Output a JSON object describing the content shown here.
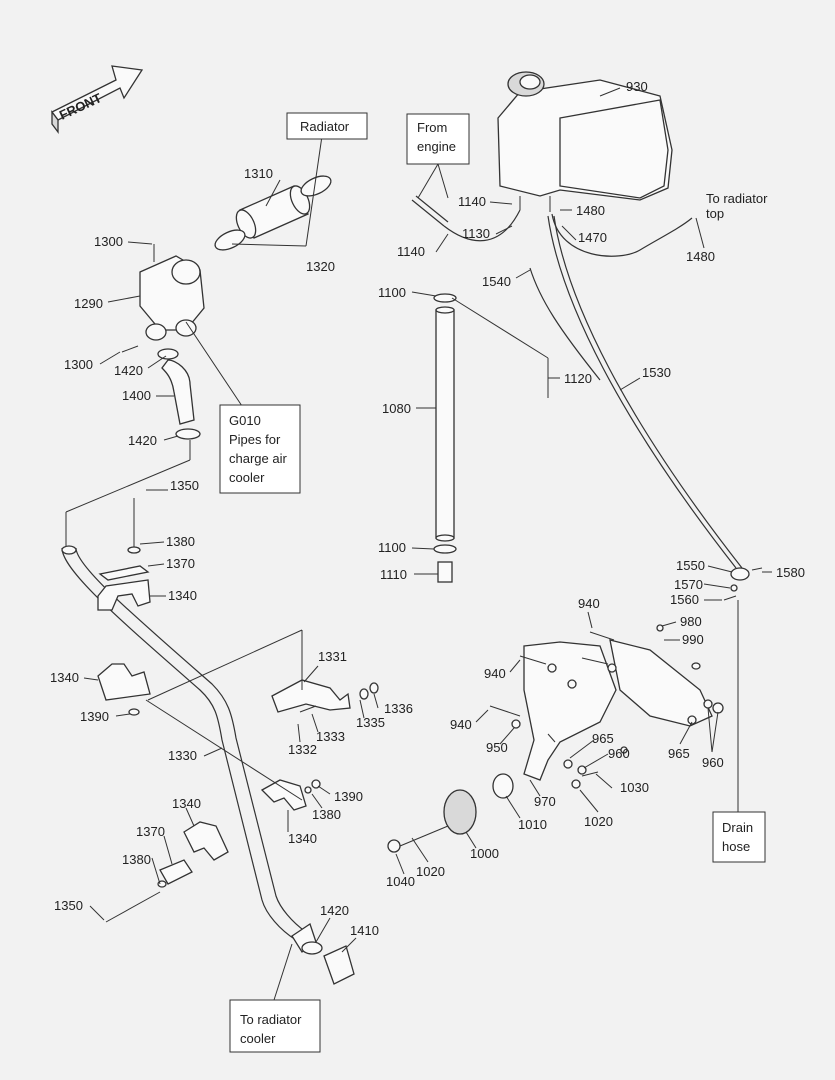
{
  "front_arrow": "FRONT",
  "callout_boxes": {
    "radiator": "Radiator",
    "from_engine": [
      "From",
      "engine"
    ],
    "g010": [
      "G010",
      "Pipes for",
      "charge air",
      "cooler"
    ],
    "drain_hose": [
      "Drain",
      "hose"
    ],
    "to_radiator_cooler": [
      "To radiator",
      "cooler"
    ],
    "to_radiator_top": [
      "To radiator",
      "top"
    ]
  },
  "part_labels": {
    "p930": "930",
    "p1140a": "1140",
    "p1480a": "1480",
    "p1140b": "1140",
    "p1130": "1130",
    "p1470": "1470",
    "p1480b": "1480",
    "p1540": "1540",
    "p1100a": "1100",
    "p1120": "1120",
    "p1530": "1530",
    "p1080": "1080",
    "p1100b": "1100",
    "p1110": "1110",
    "p1310": "1310",
    "p1300a": "1300",
    "p1320": "1320",
    "p1290": "1290",
    "p1300b": "1300",
    "p1420a": "1420",
    "p1400": "1400",
    "p1420b": "1420",
    "p1350a": "1350",
    "p1380a": "1380",
    "p1370a": "1370",
    "p1340a": "1340",
    "p1340b": "1340",
    "p1390a": "1390",
    "p1331": "1331",
    "p1336": "1336",
    "p1335": "1335",
    "p1333": "1333",
    "p1332": "1332",
    "p1330": "1330",
    "p1390b": "1390",
    "p1380b": "1380",
    "p1340c": "1340",
    "p1340d": "1340",
    "p1370b": "1370",
    "p1380c": "1380",
    "p1350b": "1350",
    "p1420c": "1420",
    "p1410": "1410",
    "p1550": "1550",
    "p1580": "1580",
    "p1570": "1570",
    "p1560": "1560",
    "p940a": "940",
    "p980": "980",
    "p990": "990",
    "p940b": "940",
    "p940c": "940",
    "p950": "950",
    "p965a": "965",
    "p960a": "960",
    "p965b": "965",
    "p960b": "960",
    "p970": "970",
    "p1030": "1030",
    "p1010": "1010",
    "p1020a": "1020",
    "p1000": "1000",
    "p1020b": "1020",
    "p1040": "1040"
  }
}
